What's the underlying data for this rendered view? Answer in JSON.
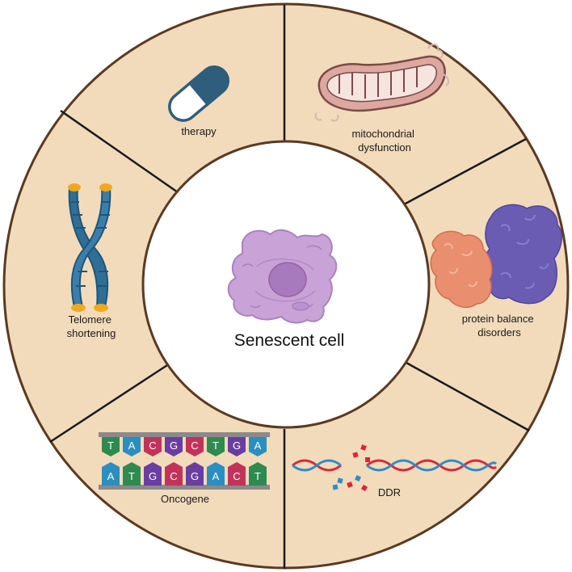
{
  "center": {
    "label": "Senescent cell"
  },
  "segments": [
    {
      "id": "therapy",
      "lines": [
        "therapy"
      ]
    },
    {
      "id": "mitochondria",
      "lines": [
        "mitochondrial",
        "dysfunction"
      ]
    },
    {
      "id": "protein",
      "lines": [
        "protein balance",
        "disorders"
      ]
    },
    {
      "id": "ddr",
      "lines": [
        "DDR"
      ]
    },
    {
      "id": "oncogene",
      "lines": [
        "Oncogene"
      ]
    },
    {
      "id": "telomere",
      "lines": [
        "Telomere",
        "shortening"
      ]
    }
  ],
  "dna_strip": {
    "top": [
      "T",
      "A",
      "C",
      "G",
      "C",
      "T",
      "G",
      "A"
    ],
    "bottom": [
      "A",
      "T",
      "G",
      "C",
      "G",
      "A",
      "C",
      "T"
    ]
  },
  "colors": {
    "ring": "#f2dbbb",
    "ring_border": "#5a3a22",
    "divider": "#1a1a1a",
    "cell": "#c9a2d8",
    "nucleus": "#a779bd",
    "pill_dark": "#2f5d7c",
    "mito": "#dca8a0",
    "protein_orange": "#e98e6e",
    "protein_purple": "#6a5bb3",
    "chromosome": "#2f6f96",
    "telomere": "#f0a820",
    "dna_red": "#d7283a",
    "dna_blue": "#2f8cc9"
  }
}
